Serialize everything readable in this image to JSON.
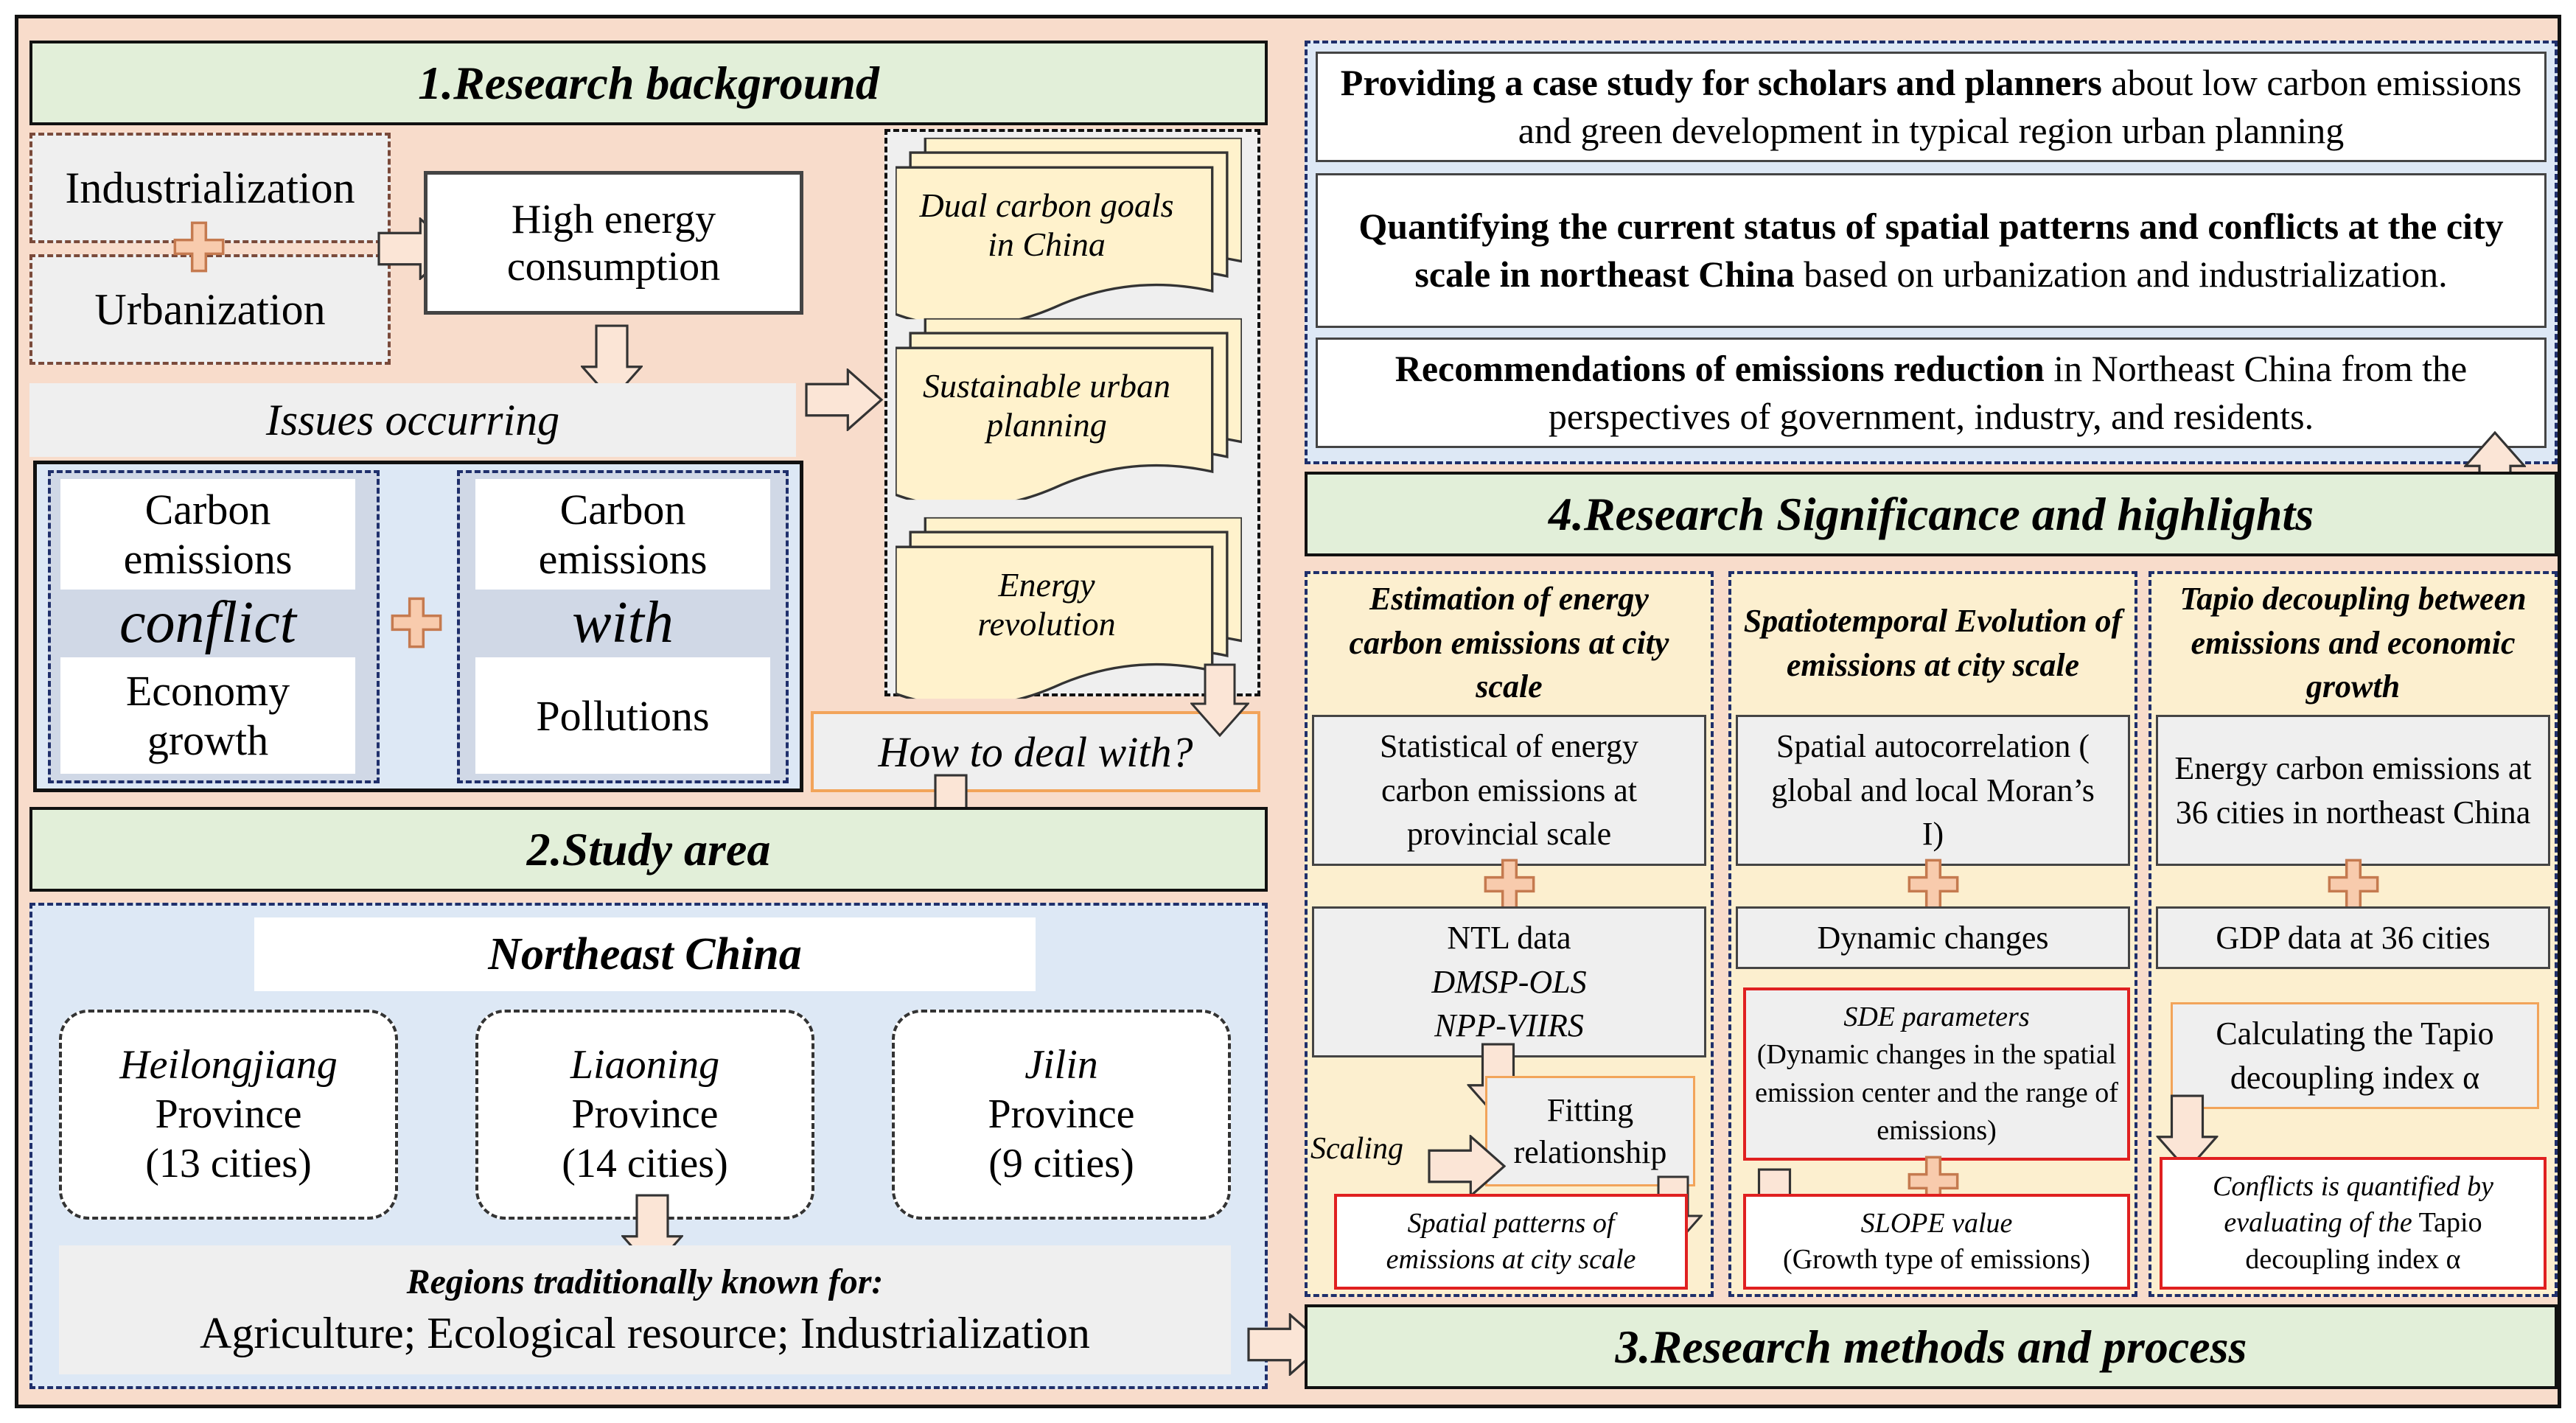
{
  "background": {
    "title": "1.Research background",
    "industrialization": "Industrialization",
    "urbanization": "Urbanization",
    "high_energy": "High energy consumption",
    "issues": "Issues occurring",
    "conflict_left_top": "Carbon emissions",
    "conflict_word": "conflict",
    "conflict_left_bottom": "Economy growth",
    "conflict_right_top": "Carbon emissions",
    "with_word": "with",
    "conflict_right_bottom": "Pollutions",
    "doc1": "Dual carbon goals in China",
    "doc2": "Sustainable urban planning",
    "doc3": "Energy revolution",
    "how": "How to deal with?"
  },
  "study": {
    "title": "2.Study area",
    "region": "Northeast China",
    "provinces": [
      {
        "name": "Heilongjiang",
        "label": "Province",
        "cities": "(13 cities)"
      },
      {
        "name": "Liaoning",
        "label": "Province",
        "cities": "(14 cities)"
      },
      {
        "name": "Jilin",
        "label": "Province",
        "cities": "(9 cities)"
      }
    ],
    "known_for_title": "Regions traditionally known for:",
    "known_for": "Agriculture; Ecological resource; Industrialization"
  },
  "significance": {
    "title": "4.Research Significance and highlights",
    "items": [
      {
        "bold": "Providing a case study for scholars and planners",
        "rest": " about  low carbon emissions and green development in typical region urban planning"
      },
      {
        "bold": "Quantifying the current status of spatial patterns and conflicts at the city scale in northeast China",
        "rest": " based on urbanization and industrialization."
      },
      {
        "bold": "Recommendations of emissions reduction",
        "rest": " in Northeast China from the perspectives of government, industry, and residents."
      }
    ]
  },
  "methods": {
    "title": "3.Research methods and process",
    "col1": {
      "heading": "Estimation of energy carbon emissions at city scale",
      "box1": "Statistical of energy carbon emissions at provincial scale",
      "ntl": "NTL data",
      "dmsp": "DMSP-OLS",
      "npp": "NPP-VIIRS",
      "fitting": "Fitting relationship",
      "scaling": "Scaling",
      "result": "Spatial patterns of emissions at city scale"
    },
    "col2": {
      "heading": "Spatiotemporal Evolution of emissions at city scale",
      "box1": "Spatial autocorrelation ( global and local Moran’s I)",
      "box2": "Dynamic changes",
      "sde_title": "SDE parameters",
      "sde_body": "(Dynamic changes in the spatial emission center and the range of emissions)",
      "slope_title": "SLOPE value",
      "slope_body": "(Growth type of emissions)"
    },
    "col3": {
      "heading": "Tapio decoupling between emissions and economic growth",
      "box1": "Energy carbon emissions at 36 cities in northeast China",
      "box2": "GDP data at 36 cities",
      "box3": "Calculating the Tapio decoupling index α",
      "result_italic": "Conflicts is quantified by evaluating of the",
      "result_rest": " Tapio decoupling index α"
    }
  },
  "colors": {
    "peach_bg": "#f8dccb",
    "green_header": "#e2efd9",
    "blue_bg": "#dde8f5",
    "cream_doc": "#fff2cc",
    "plus_fill": "#f8cbad",
    "arrow_fill": "#fbe5d6"
  }
}
